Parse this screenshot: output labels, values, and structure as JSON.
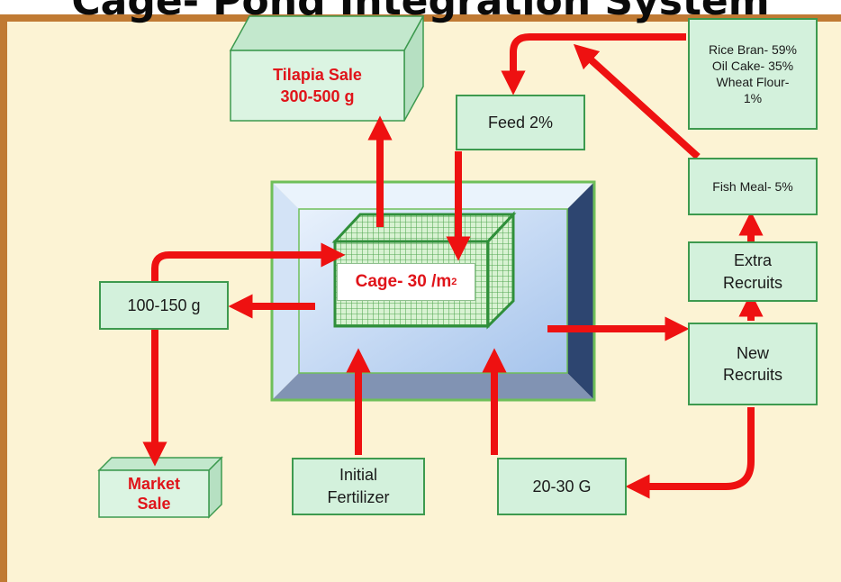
{
  "title": "Cage- Pond Integration System",
  "cage": {
    "label": "Cage- 30 /m",
    "sup": "2"
  },
  "boxes": {
    "tilapia_sale": "Tilapia Sale\n300-500 g",
    "feed": "Feed 2%",
    "rice_bran": "Rice Bran- 59%\nOil Cake- 35%\nWheat Flour-\n1%",
    "fish_meal": "Fish Meal- 5%",
    "extra_recruits": "Extra\nRecruits",
    "new_recruits": "New\nRecruits",
    "size_100_150": "100-150 g",
    "market_sale": "Market\nSale",
    "initial_fertilizer": "Initial\nFertilizer",
    "size_20_30": "20-30 G"
  },
  "colors": {
    "arrow": "#ee1111",
    "box_fill": "#d3f1dc",
    "box_border": "#3d9a4f",
    "frame": "#c07a33",
    "background": "#fcf3d4"
  }
}
